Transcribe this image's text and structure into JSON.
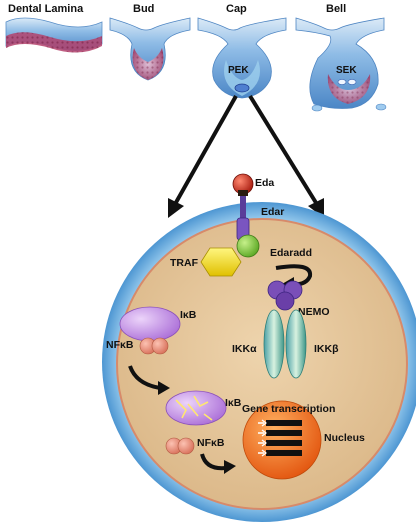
{
  "stages": {
    "dental_lamina": "Dental Lamina",
    "bud": "Bud",
    "cap": "Cap",
    "bell": "Bell",
    "pek": "PEK",
    "sek": "SEK"
  },
  "pathway": {
    "eda": "Eda",
    "edar": "Edar",
    "traf": "TRAF",
    "edaradd": "Edaradd",
    "nemo": "NEMO",
    "ikb_top": "IκB",
    "nfkb_top": "NFκB",
    "ikka": "IKKα",
    "ikkb": "IKKβ",
    "ikb_bottom": "IκB",
    "gene_transcription": "Gene transcription",
    "nfkb_bottom": "NFκB",
    "nucleus": "Nucleus"
  },
  "colors": {
    "epithelium_blue": "#7fb0de",
    "mesenchyme_red": "#b0406a",
    "cytoplasm_tan": "#e6c79c",
    "cell_membrane_blue": "#8cc2e8",
    "nucleus_orange": "#f06a1e",
    "ikb_purple": "#c08be0",
    "nfkb_salmon": "#e88f7a",
    "traf_yellow": "#f0e020",
    "edaradd_green": "#7ec83a",
    "nemo_purple": "#7a4fb8",
    "ikk_green": "#8ec9a8",
    "eda_red": "#d63020",
    "arrow_black": "#111111"
  }
}
